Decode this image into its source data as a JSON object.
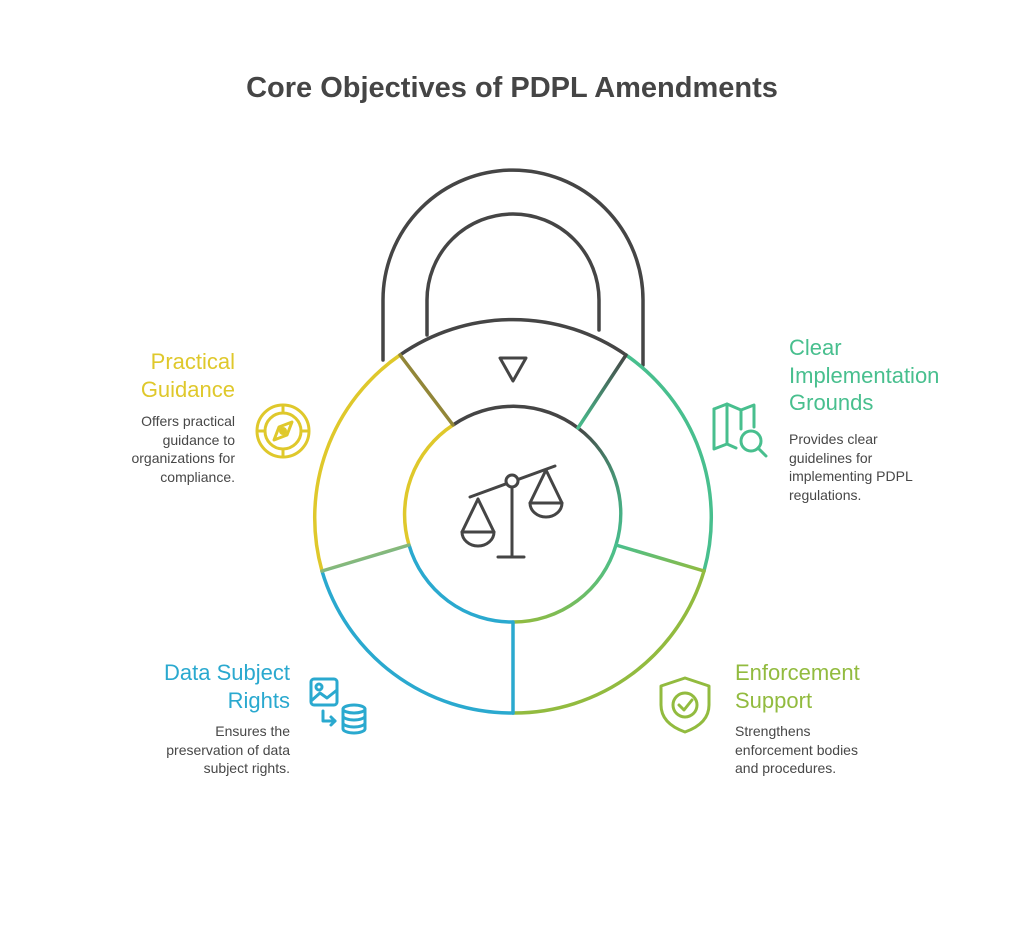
{
  "title": "Core Objectives of PDPL Amendments",
  "colors": {
    "ink": "#454545",
    "practical": "#dfc82b",
    "clear": "#48bf8e",
    "enforcement": "#92bb3f",
    "data_subject": "#2aa9cf"
  },
  "center_icon": "balance-scale-icon",
  "shackle_marker": "triangle-down-icon",
  "sections": {
    "practical": {
      "heading": "Practical\nGuidance",
      "description": "Offers practical\nguidance to\norganizations for\ncompliance.",
      "icon": "compass-icon"
    },
    "clear": {
      "heading": "Clear\nImplementation\nGrounds",
      "description": "Provides clear\nguidelines for\nimplementing PDPL\nregulations.",
      "icon": "map-search-icon"
    },
    "enforcement": {
      "heading": "Enforcement\nSupport",
      "description": "Strengthens\nenforcement bodies\nand procedures.",
      "icon": "shield-check-icon"
    },
    "data_subject": {
      "heading": "Data Subject\nRights",
      "description": "Ensures the\npreservation of data\nsubject rights.",
      "icon": "image-database-icon"
    }
  }
}
